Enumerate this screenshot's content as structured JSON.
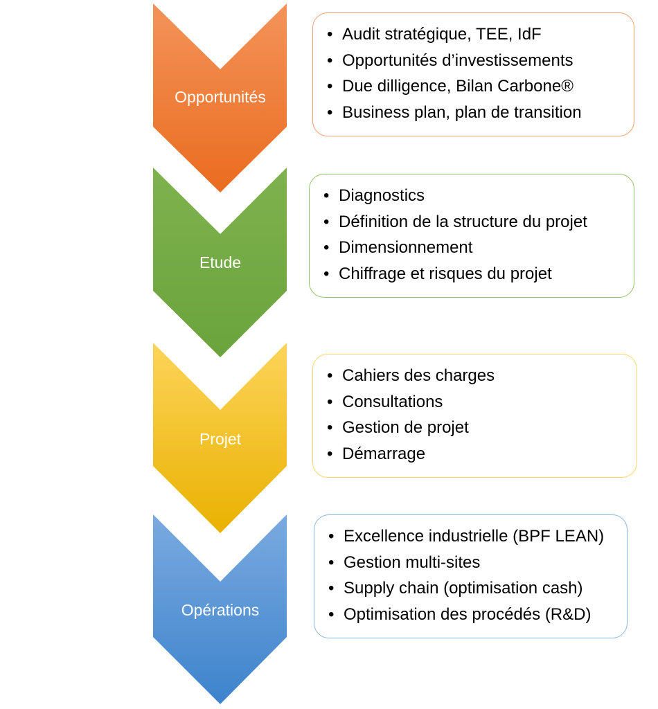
{
  "stages": [
    {
      "label": "Opportunités",
      "color_top": "#f3935a",
      "color_bottom": "#ea6c1f",
      "border": "#f0a070",
      "items": [
        "Audit stratégique, TEE, IdF",
        "Opportunités d’investissements",
        "Due dilligence, Bilan Carbone®",
        "Business plan, plan de transition"
      ]
    },
    {
      "label": "Etude",
      "color_top": "#7fb24e",
      "color_bottom": "#6aa33c",
      "border": "#93c36a",
      "items": [
        "Diagnostics",
        "Définition de la structure du projet",
        "Dimensionnement",
        "Chiffrage et risques du projet"
      ]
    },
    {
      "label": "Projet",
      "color_top": "#fdd45a",
      "color_bottom": "#e9b100",
      "border": "#f7d66a",
      "items": [
        "Cahiers des charges",
        "Consultations",
        "Gestion de projet",
        "Démarrage"
      ]
    },
    {
      "label": "Opérations",
      "color_top": "#7aaae0",
      "color_bottom": "#3d83cc",
      "border": "#8fb6e2",
      "items": [
        "Excellence industrielle (BPF LEAN)",
        "Gestion multi-sites",
        "Supply chain (optimisation cash)",
        "Optimisation des procédés (R&D)"
      ]
    }
  ]
}
